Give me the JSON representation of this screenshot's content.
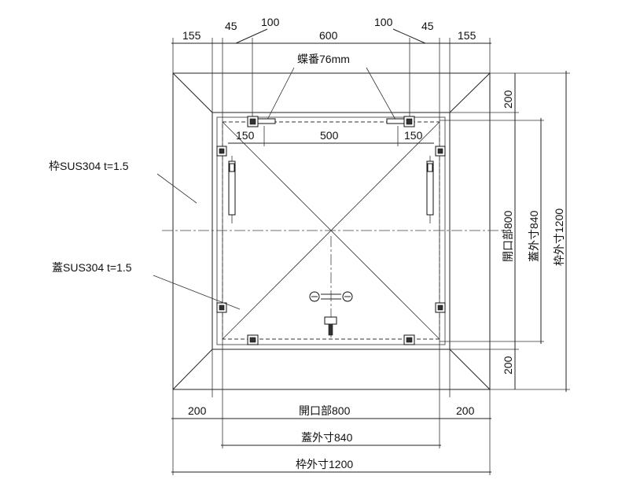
{
  "top_dims": {
    "left_margin": "155",
    "left_offset": "45",
    "left_hinge_offset": "100",
    "center_span": "600",
    "right_hinge_offset": "100",
    "right_offset": "45",
    "right_margin": "155"
  },
  "hinge_label": "蝶番76mm",
  "hinge_dims": {
    "left": "150",
    "center": "500",
    "right": "150"
  },
  "frame_label": "枠SUS304 t=1.5",
  "lid_label": "蓋SUS304 t=1.5",
  "right_dims": {
    "top_margin": "200",
    "bottom_margin": "200",
    "opening": "開口部800",
    "lid_outer": "蓋外寸840",
    "frame_outer": "枠外寸1200"
  },
  "bottom_dims": {
    "left_margin": "200",
    "opening": "開口部800",
    "right_margin": "200",
    "lid_outer": "蓋外寸840",
    "frame_outer": "枠外寸1200"
  }
}
